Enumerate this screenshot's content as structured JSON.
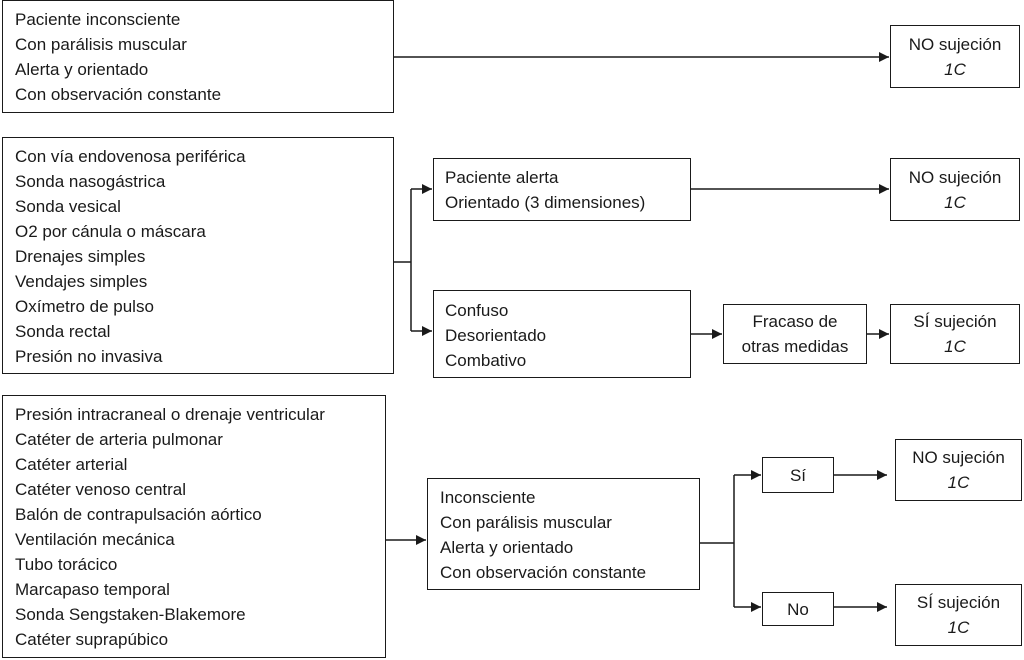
{
  "section1": {
    "criteria": [
      "Paciente inconsciente",
      "Con parálisis muscular",
      "Alerta y orientado",
      "Con observación constante"
    ],
    "outcome": {
      "label": "NO sujeción",
      "grade": "1C"
    }
  },
  "section2": {
    "devices": [
      "Con vía endovenosa periférica",
      "Sonda nasogástrica",
      "Sonda vesical",
      "O2 por cánula o máscara",
      "Drenajes simples",
      "Vendajes simples",
      "Oxímetro de pulso",
      "Sonda rectal",
      "Presión no invasiva"
    ],
    "alert_branch": {
      "criteria": [
        "Paciente alerta",
        "Orientado (3 dimensiones)"
      ],
      "outcome": {
        "label": "NO sujeción",
        "grade": "1C"
      }
    },
    "confused_branch": {
      "criteria": [
        "Confuso",
        "Desorientado",
        "Combativo"
      ],
      "intermediate": [
        "Fracaso de",
        "otras medidas"
      ],
      "outcome": {
        "label": "SÍ sujeción",
        "grade": "1C"
      }
    }
  },
  "section3": {
    "devices": [
      "Presión intracraneal o drenaje ventricular",
      "Catéter de arteria pulmonar",
      "Catéter arterial",
      "Catéter venoso central",
      "Balón de contrapulsación aórtico",
      "Ventilación mecánica",
      "Tubo torácico",
      "Marcapaso temporal",
      "Sonda Sengstaken-Blakemore",
      "Catéter suprapúbico"
    ],
    "question": [
      "Inconsciente",
      "Con parálisis muscular",
      "Alerta y orientado",
      "Con observación constante"
    ],
    "yes": {
      "label": "Sí",
      "outcome": {
        "label": "NO sujeción",
        "grade": "1C"
      }
    },
    "no": {
      "label": "No",
      "outcome": {
        "label": "SÍ sujeción",
        "grade": "1C"
      }
    }
  }
}
